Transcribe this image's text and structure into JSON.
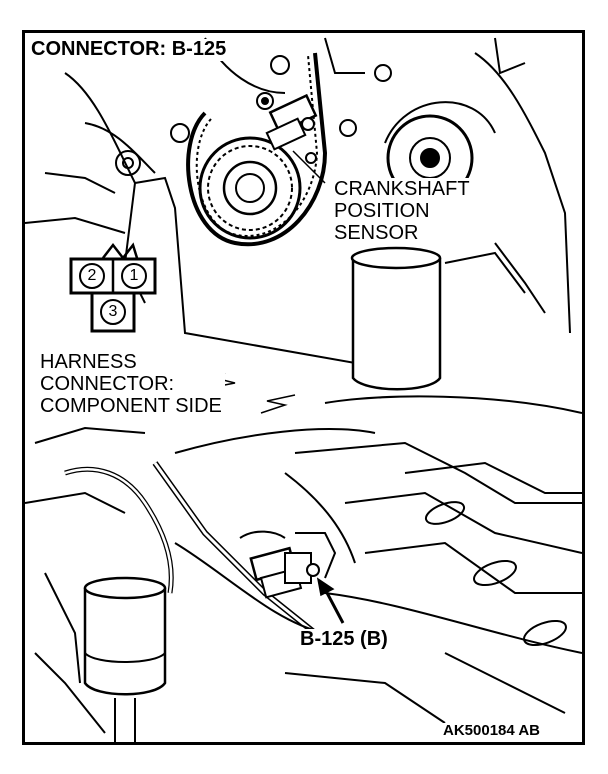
{
  "title": "CONNECTOR: B-125",
  "sensor_label": [
    "CRANKSHAFT",
    "POSITION",
    "SENSOR"
  ],
  "harness_label": [
    "HARNESS",
    "CONNECTOR:",
    "COMPONENT SIDE"
  ],
  "connector_pins": [
    "2",
    "1",
    "3"
  ],
  "callout_label": "B-125 (B)",
  "figure_id": "AK500184 AB"
}
